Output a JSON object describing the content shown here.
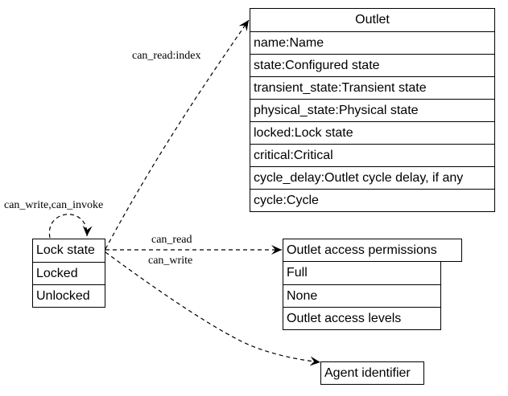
{
  "outlet": {
    "title": "Outlet",
    "fields": [
      "name:Name",
      "state:Configured state",
      "transient_state:Transient state",
      "physical_state:Physical state",
      "locked:Lock state",
      "critical:Critical",
      "cycle_delay:Outlet cycle delay, if any",
      "cycle:Cycle"
    ]
  },
  "lock_state": {
    "title": "Lock state",
    "values": [
      "Locked",
      "Unlocked"
    ]
  },
  "access_permissions": {
    "title": "Outlet access permissions",
    "values": [
      "Full",
      "None",
      "Outlet access levels"
    ]
  },
  "agent": {
    "title": "Agent identifier"
  },
  "edges": {
    "can_read_index": "can_read:index",
    "self_loop": "can_write,can_invoke",
    "can_read": "can_read",
    "can_write": "can_write"
  },
  "colors": {
    "line": "#000000",
    "box_bg": "#ffffff"
  }
}
